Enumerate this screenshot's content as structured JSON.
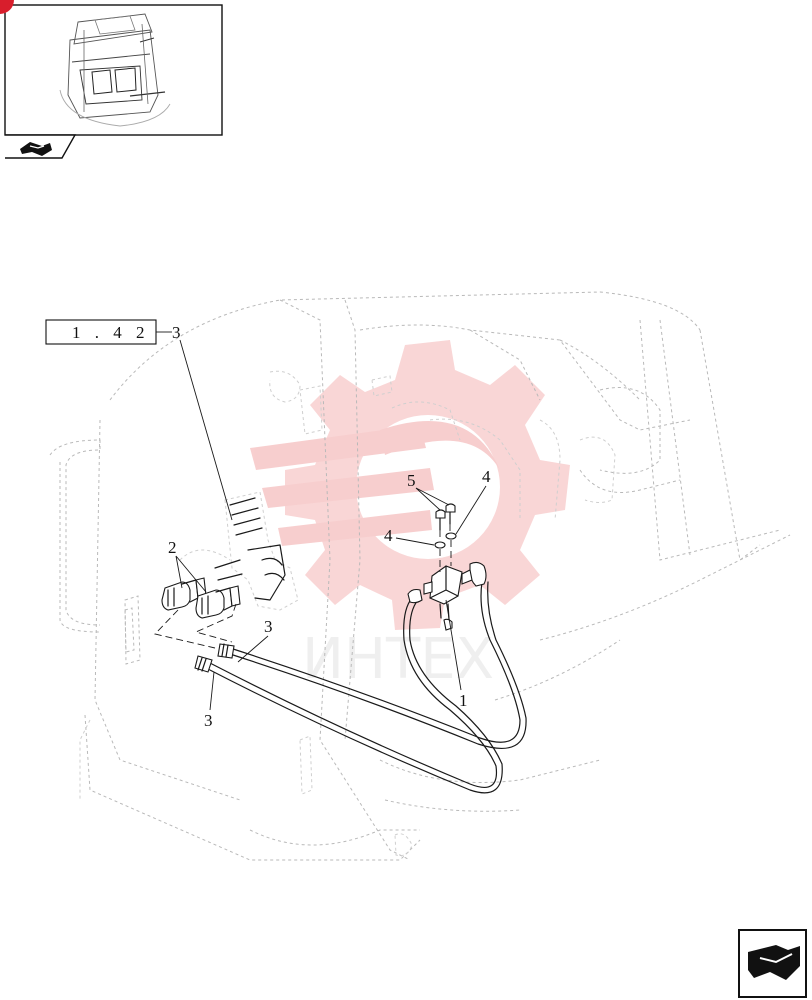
{
  "reference_box": {
    "label": "1 . 4 2",
    "index": "3"
  },
  "callouts": {
    "c1": "1",
    "c2": "2",
    "c3a": "3",
    "c3b": "3",
    "c4a": "4",
    "c4b": "4",
    "c5": "5"
  },
  "watermark": {
    "text": "ИНТЕХ",
    "color": "#f3b8b8"
  },
  "icons": {
    "thumbnail": "cab-overview-thumbnail",
    "prev_nav": "back-arrow-icon",
    "next_nav": "next-page-arrow-icon"
  },
  "colors": {
    "accent": "#d81e2c"
  }
}
